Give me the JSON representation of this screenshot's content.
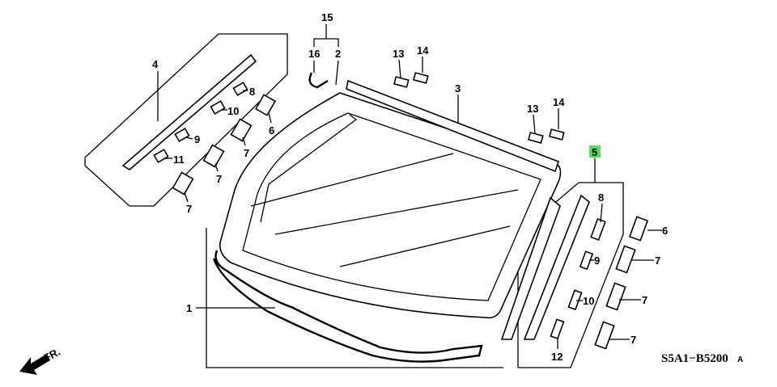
{
  "diagram": {
    "diagram_code": "S5A1−B5200",
    "code_suffix": "A",
    "front_arrow_label": "FR.",
    "highlight_color": "#55dd55",
    "callouts": {
      "c1": "1",
      "c2": "2",
      "c3": "3",
      "c4": "4",
      "c5": "5",
      "c6a": "6",
      "c6b": "6",
      "c7a": "7",
      "c7b": "7",
      "c7c": "7",
      "c7d": "7",
      "c7e": "7",
      "c7f": "7",
      "c8a": "8",
      "c8b": "8",
      "c9a": "9",
      "c9b": "9",
      "c10a": "10",
      "c10b": "10",
      "c11": "11",
      "c12": "12",
      "c13a": "13",
      "c13b": "13",
      "c14a": "14",
      "c14b": "14",
      "c15": "15",
      "c16": "16"
    }
  }
}
